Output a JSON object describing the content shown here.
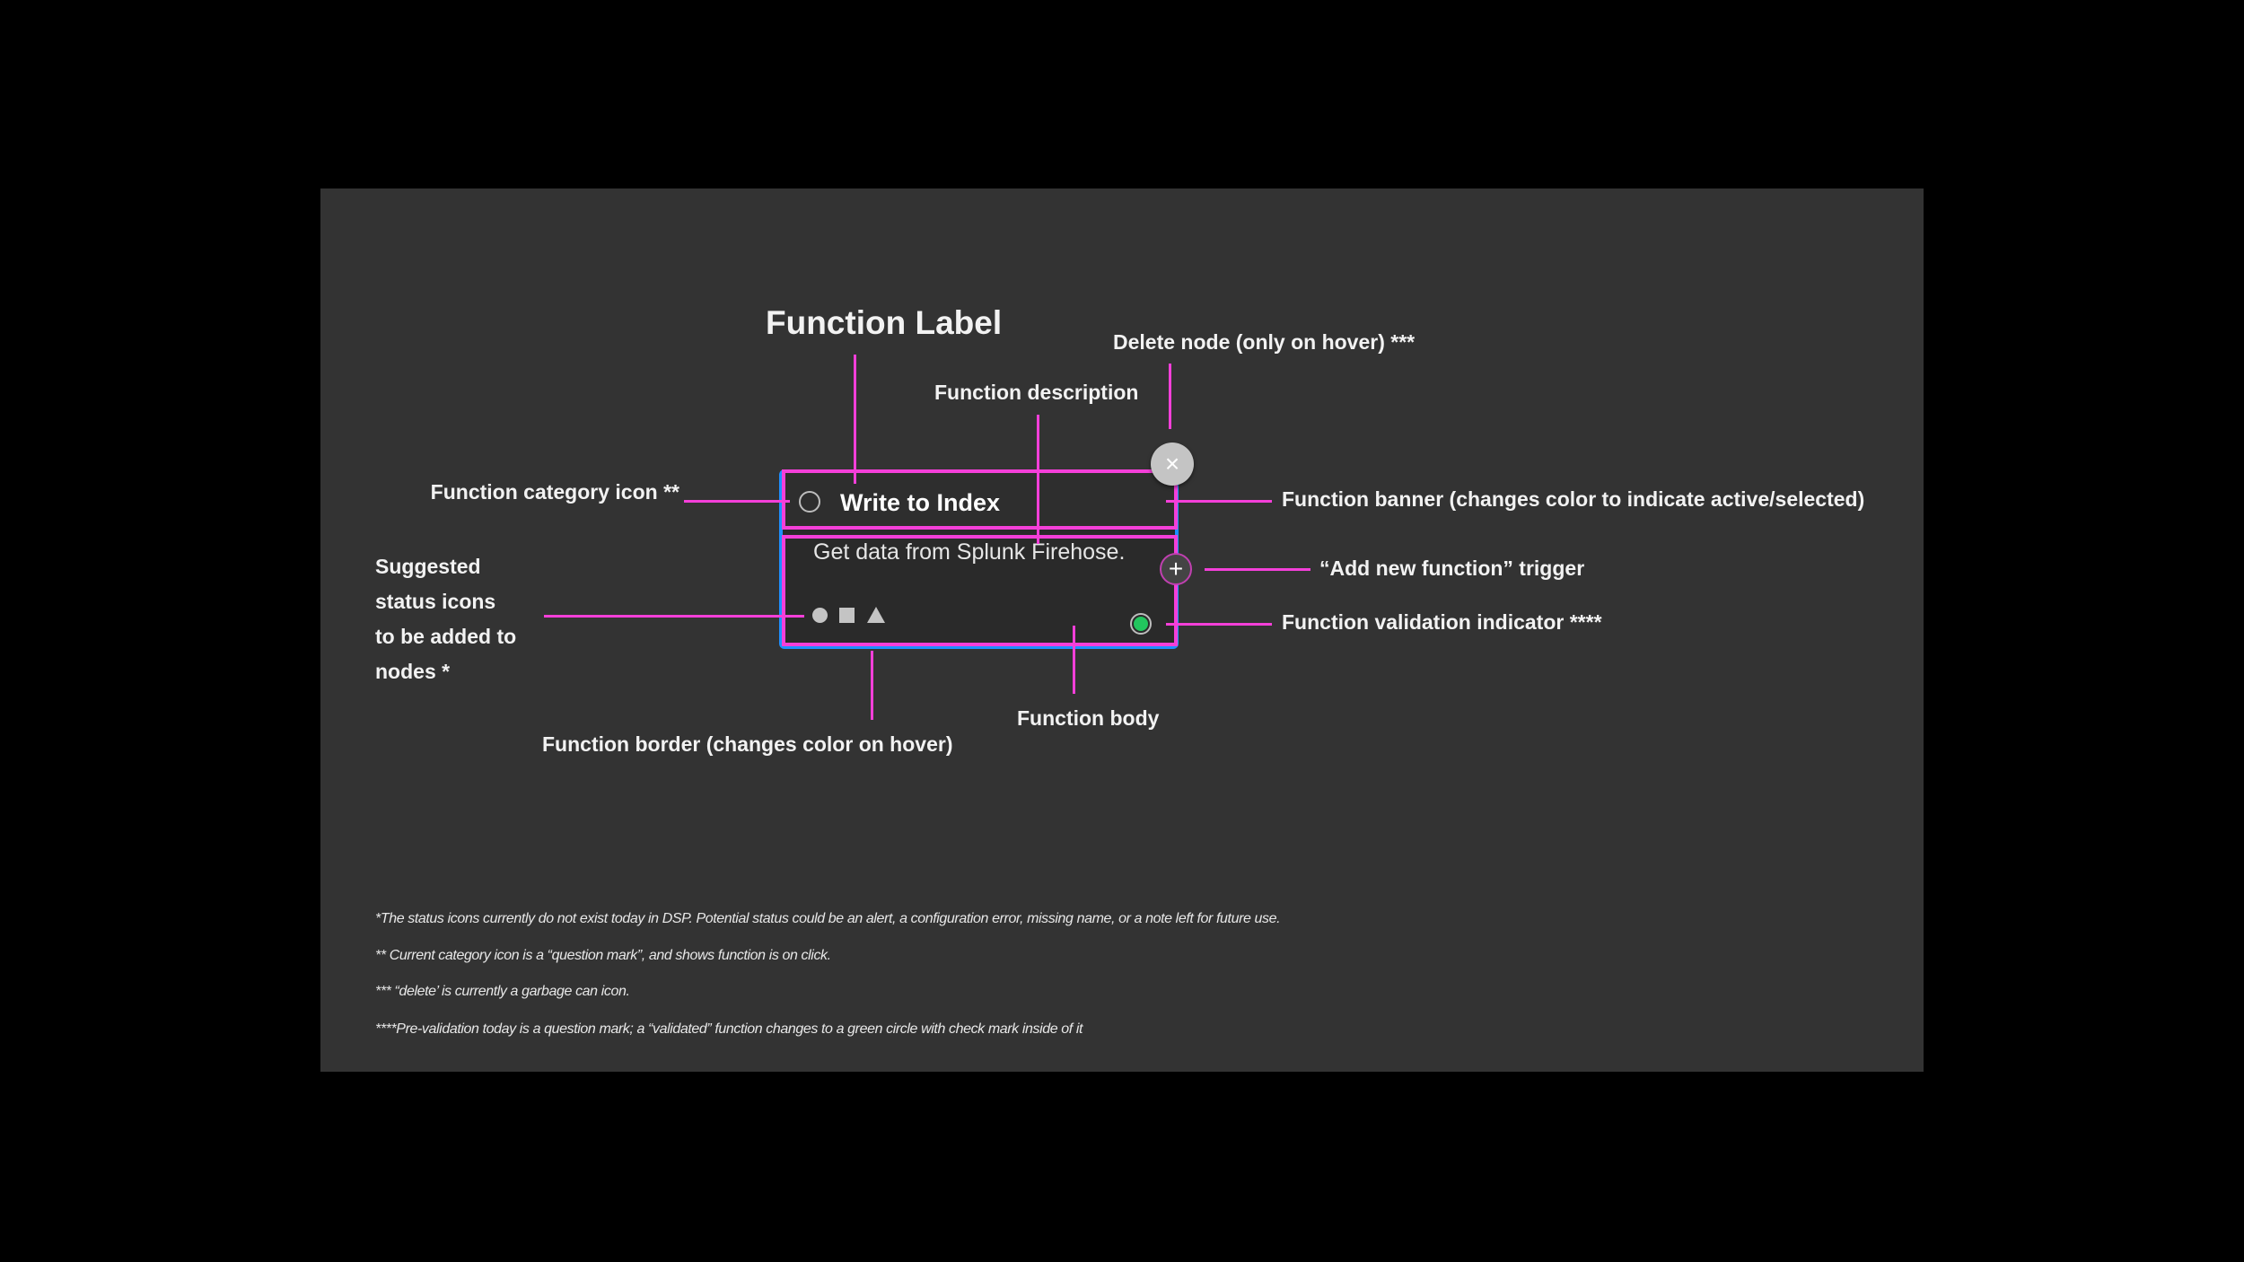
{
  "diagram": {
    "title_label": "Function Label",
    "node": {
      "title": "Write to Index",
      "description": "Get data from Splunk Firehose.",
      "delete_glyph": "×",
      "add_glyph": "+"
    },
    "annotations": {
      "function_description": "Function description",
      "delete_node": "Delete node (only on hover) ***",
      "category_icon": "Function category icon **",
      "banner": "Function banner (changes color to indicate active/selected)",
      "add_trigger": "“Add new function” trigger",
      "validation": "Function validation indicator ****",
      "status_icons": [
        "Suggested",
        "status icons",
        "to be added to",
        "nodes *"
      ],
      "border": "Function border (changes color on hover)",
      "body": "Function body"
    },
    "footnotes": [
      "*The status icons currently do not exist today in DSP.  Potential status could be an alert, a configuration error, missing name, or a note left for future use.",
      "** Current category icon is a “question mark”, and shows function is on click.",
      "*** “delete’ is currently a garbage can icon.",
      "****Pre-validation today is a question mark; a “validated” function changes to a green circle with check mark inside of it"
    ],
    "colors": {
      "annotation": "#f43fd9",
      "border": "#1e8fff",
      "valid": "#22c55e",
      "panel": "#333333"
    }
  }
}
